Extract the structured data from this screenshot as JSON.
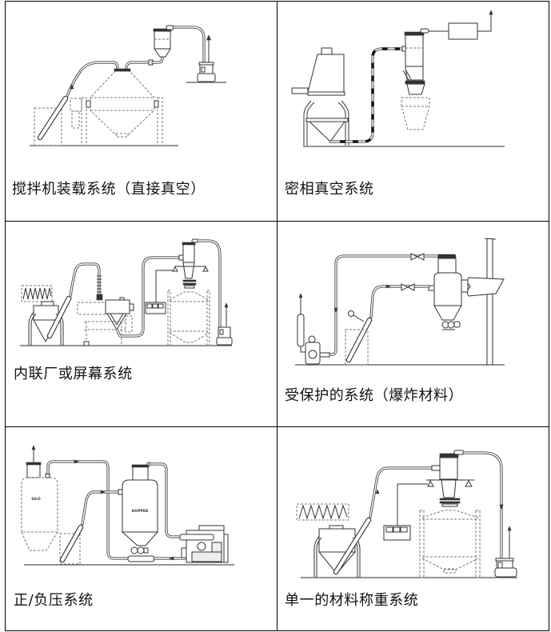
{
  "table": {
    "rows": [
      {
        "cells": [
          {
            "caption": "搅拌机装载系统（直接真空）"
          },
          {
            "caption": "密相真空系统"
          }
        ]
      },
      {
        "cells": [
          {
            "caption": "内联厂或屏幕系统"
          },
          {
            "caption": "受保护的系统（爆炸材料）"
          }
        ]
      },
      {
        "cells": [
          {
            "caption": "正/负压系统"
          },
          {
            "caption": "单一的材料称重系统"
          }
        ]
      }
    ]
  },
  "diagram_labels": {
    "silo": "SILO",
    "hopper": "HOPPER"
  },
  "colors": {
    "border": "#000000",
    "line_art": "#333333",
    "background": "#ffffff"
  }
}
